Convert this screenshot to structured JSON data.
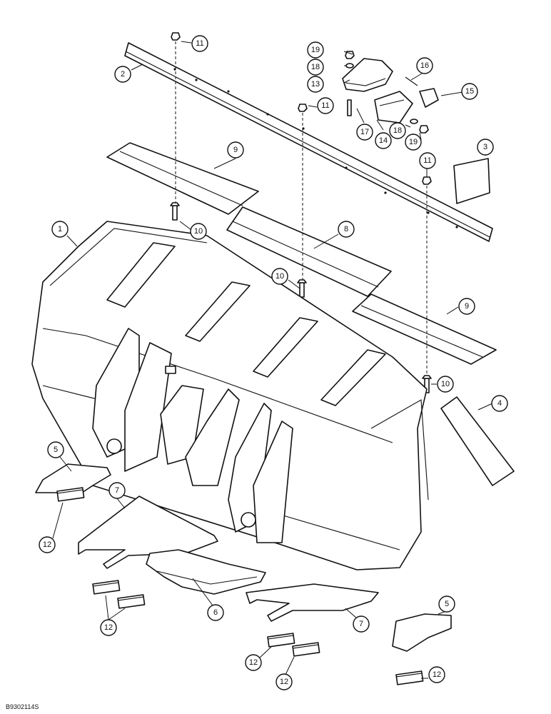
{
  "figure_id": "B9302114S",
  "callouts": [
    "11",
    "2",
    "19",
    "18",
    "13",
    "16",
    "15",
    "11",
    "17",
    "18",
    "14",
    "19",
    "3",
    "9",
    "11",
    "1",
    "10",
    "8",
    "10",
    "9",
    "10",
    "4",
    "5",
    "7",
    "12",
    "6",
    "12",
    "7",
    "5",
    "12",
    "12",
    "12"
  ]
}
